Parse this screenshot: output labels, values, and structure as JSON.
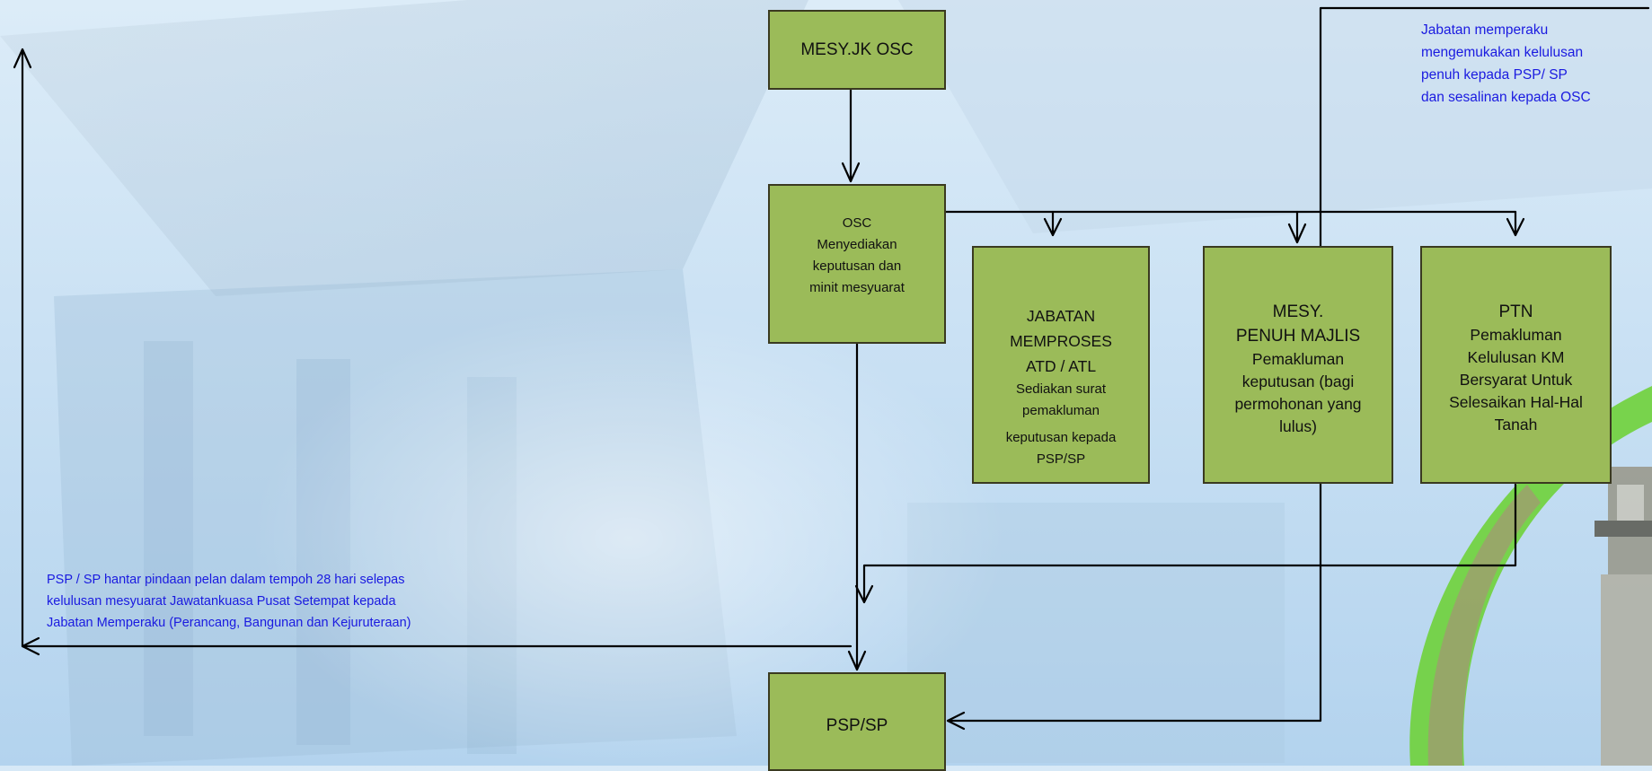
{
  "boxes": {
    "mesy_jk_osc": {
      "title": "MESY.JK OSC"
    },
    "osc": {
      "lines": [
        "OSC",
        "Menyediakan",
        "keputusan  dan",
        "minit mesyuarat"
      ]
    },
    "jabatan": {
      "title_lines": [
        "JABATAN",
        "MEMPROSES",
        "ATD / ATL"
      ],
      "lines": [
        "Sediakan surat",
        "pemakluman",
        "keputusan kepada",
        "PSP/SP"
      ]
    },
    "mesy_penuh": {
      "title_lines": [
        "MESY.",
        "PENUH MAJLIS"
      ],
      "lines": [
        "Pemakluman",
        "keputusan (bagi",
        "permohonan yang",
        "lulus)"
      ]
    },
    "ptn": {
      "title": "PTN",
      "lines": [
        "Pemakluman",
        "Kelulusan  KM",
        "Bersyarat Untuk",
        "Selesaikan Hal-Hal",
        "Tanah"
      ]
    },
    "psp_sp": {
      "title": "PSP/SP"
    }
  },
  "notes": {
    "top_right": [
      "Jabatan            memperaku",
      "mengemukakan kelulusan",
      "penuh  kepada  PSP/ SP",
      "dan sesalinan kepada OSC"
    ],
    "bottom_left": [
      "PSP / SP hantar pindaan pelan dalam tempoh 28 hari selepas",
      "kelulusan  mesyuarat  Jawatankuasa  Pusat  Setempat  kepada",
      "Jabatan Memperaku (Perancang, Bangunan dan Kejuruteraan)"
    ]
  },
  "colors": {
    "box_fill": "#9bbb59",
    "box_border": "#3a3a20",
    "note_text": "#1a1ae0",
    "connector": "#000000"
  }
}
